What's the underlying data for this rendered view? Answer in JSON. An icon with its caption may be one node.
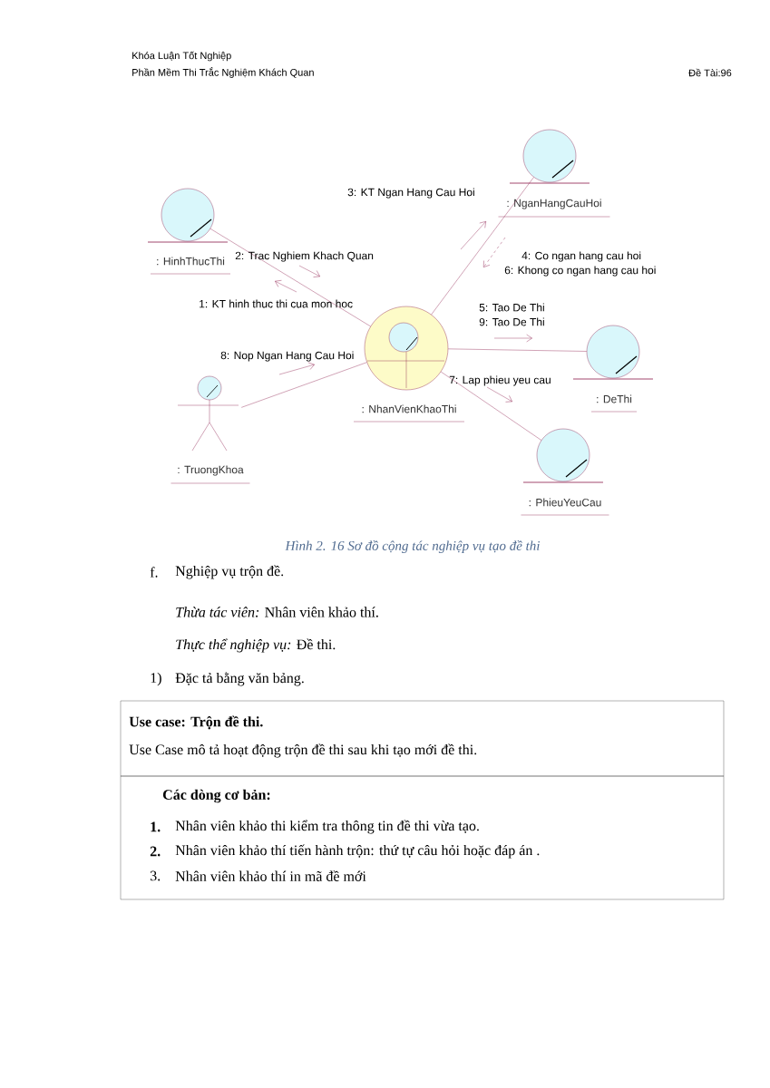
{
  "diagram": {
    "caption": "Hình 2. 16 Sơ đồ cộng tác nghiệp vụ tạo đề thi",
    "nodes": [
      {
        "text": [
          ": NganHangCauHoi"
        ]
      },
      {
        "text": [
          ": HinhThucThi"
        ]
      },
      {
        "text": [
          ": NhanVienKhaoThi"
        ]
      },
      {
        "text": [
          ": DeThi"
        ]
      },
      {
        "text": [
          ": TruongKhoa"
        ]
      },
      {
        "text": [
          ": PhieuYeuCau"
        ]
      }
    ],
    "edges": [
      {
        "from": 1,
        "to": 2,
        "arrow": "none"
      },
      {
        "from": 2,
        "to": 0,
        "arrow": "none"
      },
      {
        "from": 2,
        "to": 3,
        "arrow": "none"
      },
      {
        "from": 4,
        "to": 2,
        "arrow": "none"
      },
      {
        "from": 2,
        "to": 5,
        "arrow": "none"
      }
    ],
    "labels": [
      "Khóa Luận Tốt Nghiệp",
      "Phần Mềm Thi Trắc Nghiệm Khách Quan",
      "Đề Tài:96",
      "3: KT Ngan Hang Cau Hoi",
      "2: Trac Nghiem Khach Quan",
      "4: Co ngan hang cau hoi",
      "6: Khong co ngan hang cau hoi",
      "1: KT hinh thuc thi cua mon hoc",
      "5: Tao De Thi",
      "9: Tao De Thi",
      "8: Nop Ngan Hang Cau Hoi",
      "7: Lap phieu yeu cau",
      "f.",
      "Nghiệp vụ trộn đề.",
      "*Thừa tác viên:* Nhân viên khảo thí.",
      "*Thực thể nghiệp vụ:* Đề thi.",
      "1)",
      "Đặc tả bằng văn bảng.",
      "Use case: Trộn đề thi.",
      "Use Case mô tả hoạt động trộn đề thi sau khi tạo mới đề thi.",
      "Các dòng cơ bản:",
      "1.",
      "Nhân viên khảo thi kiểm tra thông tin đề thi vừa tạo.",
      "2.",
      "Nhân viên khảo thí tiến hành trộn: thứ tự câu hỏi hoặc đáp án .",
      "3.",
      "Nhân viên khảo thí in mã đề mới"
    ]
  }
}
